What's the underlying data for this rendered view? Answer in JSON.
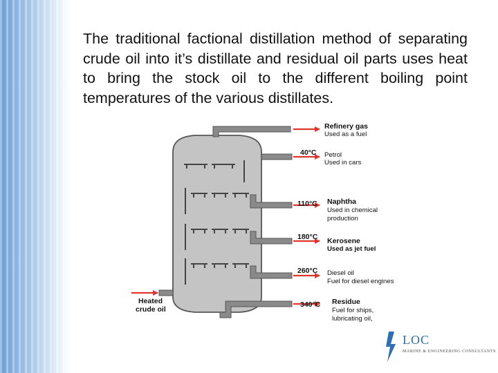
{
  "slide": {
    "intro_text": "The traditional factional distillation method of separating crude oil into it’s distillate and residual oil parts uses heat to bring the stock oil to the different boiling point temperatures of the various distillates."
  },
  "diagram": {
    "feed": {
      "line1": "Heated",
      "line2": "crude oil"
    },
    "fractions": [
      {
        "temperature": "",
        "name": "Refinery gas",
        "use": "Used as a fuel"
      },
      {
        "temperature": "40°C",
        "name": "Petrol",
        "use": "Used in cars"
      },
      {
        "temperature": "110°C",
        "name": "Naphtha",
        "use": "Used in chemical",
        "use_line2": "production"
      },
      {
        "temperature": "180°C",
        "name": "Kerosene",
        "use": "Used as jet fuel"
      },
      {
        "temperature": "260°C",
        "name": "Diesel oil",
        "use": "Fuel for diesel engines"
      },
      {
        "temperature": "340°C",
        "name": "Residue",
        "use": "Fuel for ships,",
        "use_line2": "lubricating oil,"
      }
    ],
    "colors": {
      "column": "#c4c4c4",
      "pipe": "#8a8a8a",
      "arrow": "#e0342c",
      "tray": "#444444"
    }
  },
  "logo": {
    "name": "LOC",
    "tagline": "MARINE & ENGINEERING CONSULTANTS"
  }
}
